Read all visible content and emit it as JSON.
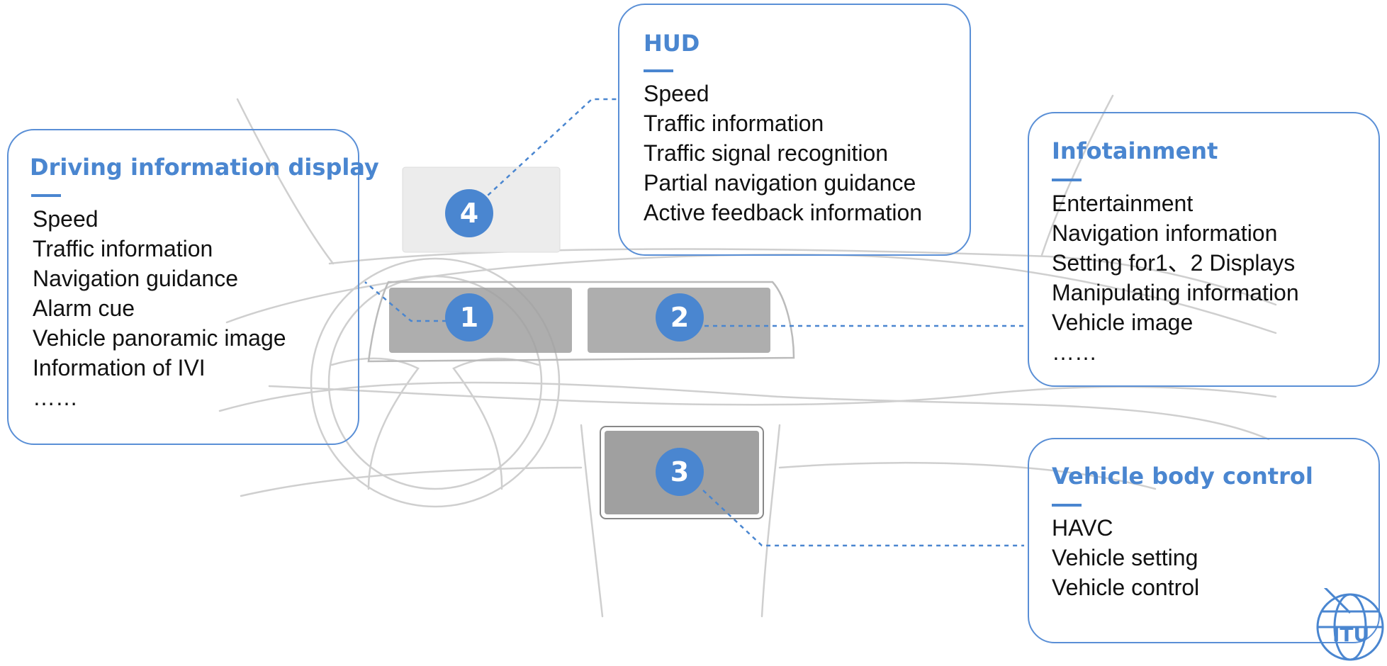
{
  "colors": {
    "accent": "#4a86d0",
    "card_border": "#5a8fd6",
    "screen_fill": "#a0a0a0",
    "hud_fill": "#ececec",
    "sketch_line": "#cfcfcf"
  },
  "badges": [
    {
      "id": "1",
      "label": "1"
    },
    {
      "id": "2",
      "label": "2"
    },
    {
      "id": "3",
      "label": "3"
    },
    {
      "id": "4",
      "label": "4"
    }
  ],
  "cards": {
    "driving": {
      "title": "Driving information display",
      "items": [
        "Speed",
        "Traffic information",
        "Navigation guidance",
        "Alarm cue",
        "Vehicle panoramic image",
        "Information of IVI",
        "……"
      ]
    },
    "hud": {
      "title": "HUD",
      "items": [
        "Speed",
        "Traffic information",
        "Traffic signal recognition",
        "Partial navigation guidance",
        "Active feedback information"
      ]
    },
    "infotainment": {
      "title": "Infotainment",
      "items": [
        "Entertainment",
        "Navigation information",
        "Setting for1、2 Displays",
        "Manipulating information",
        "Vehicle image",
        "……"
      ]
    },
    "body_control": {
      "title": "Vehicle body control",
      "items": [
        "HAVC",
        "Vehicle setting",
        "Vehicle control"
      ]
    }
  },
  "logo": {
    "icon": "itu-globe-logo",
    "text": "ITU"
  }
}
